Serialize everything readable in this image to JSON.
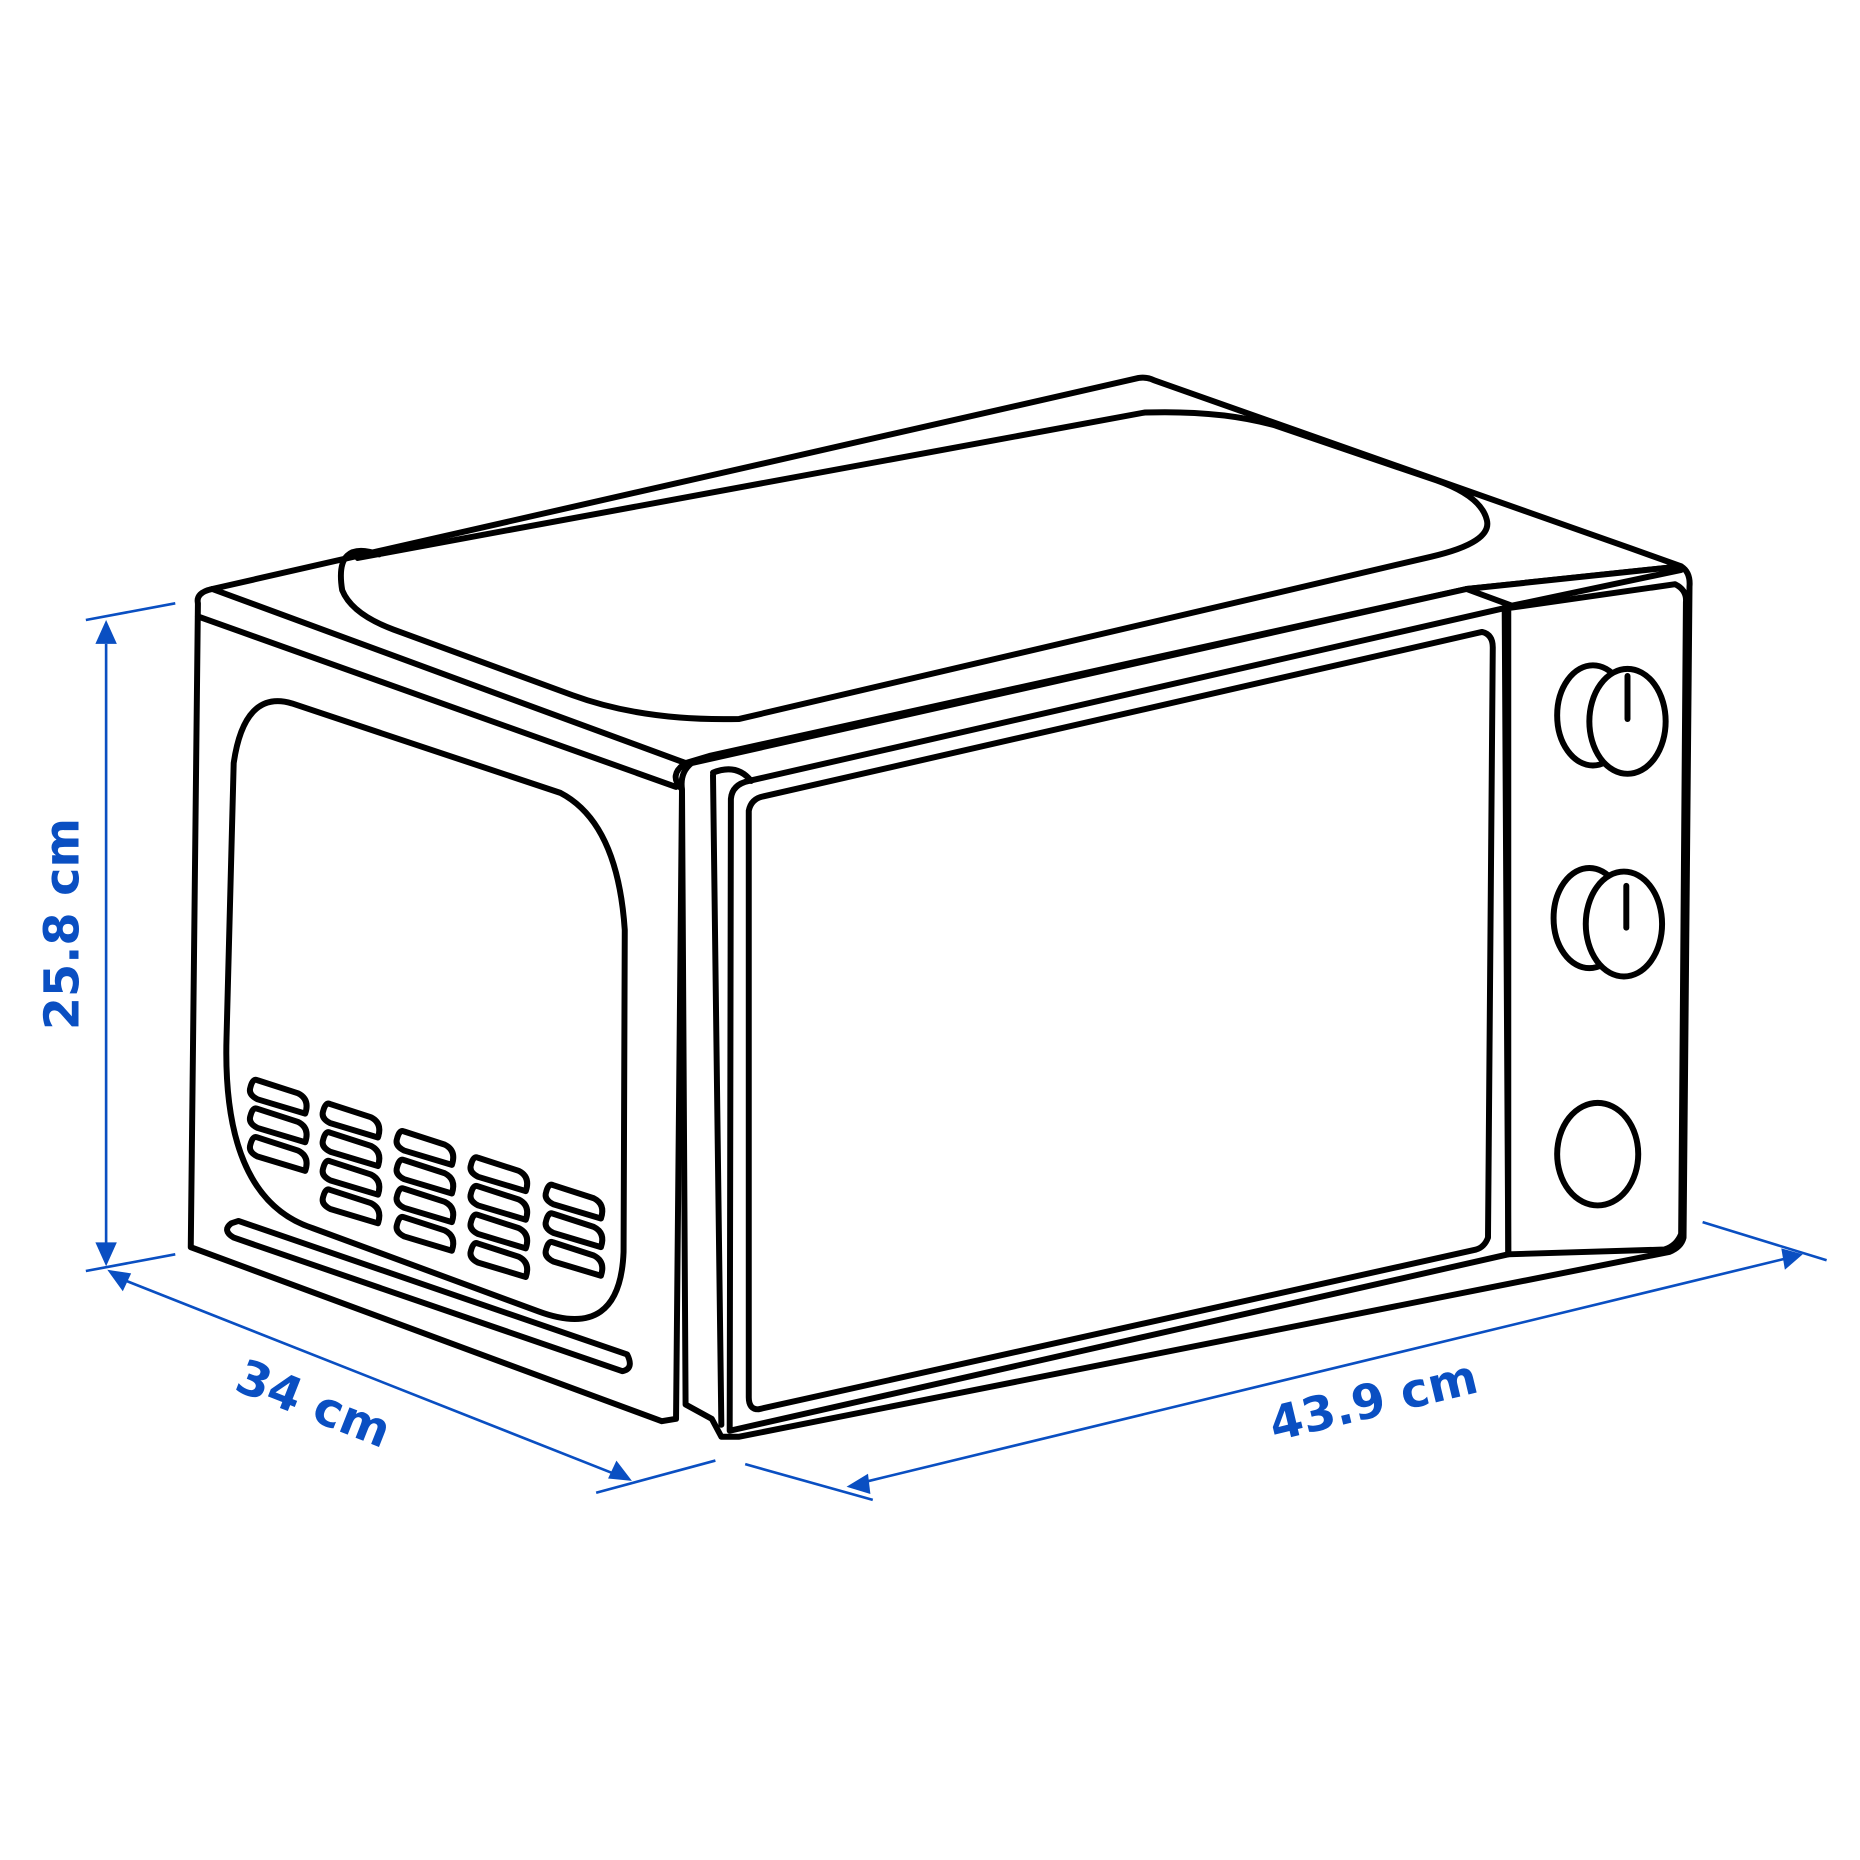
{
  "figure": {
    "subject": "microwave-oven-line-drawing",
    "background_color": "#ffffff",
    "outline_color": "#000000",
    "dimension_color": "#0a4fc2"
  },
  "dimensions": {
    "height": {
      "label": "25.8 cm",
      "value": 25.8,
      "unit": "cm"
    },
    "depth": {
      "label": "34 cm",
      "value": 34,
      "unit": "cm"
    },
    "width": {
      "label": "43.9 cm",
      "value": 43.9,
      "unit": "cm"
    }
  },
  "control_panel": {
    "knobs": [
      {
        "name": "top-knob",
        "has_indicator": true
      },
      {
        "name": "middle-knob",
        "has_indicator": true
      },
      {
        "name": "bottom-button",
        "has_indicator": false
      }
    ]
  },
  "side_vents": {
    "columns": [
      3,
      4,
      4,
      4,
      3
    ]
  }
}
